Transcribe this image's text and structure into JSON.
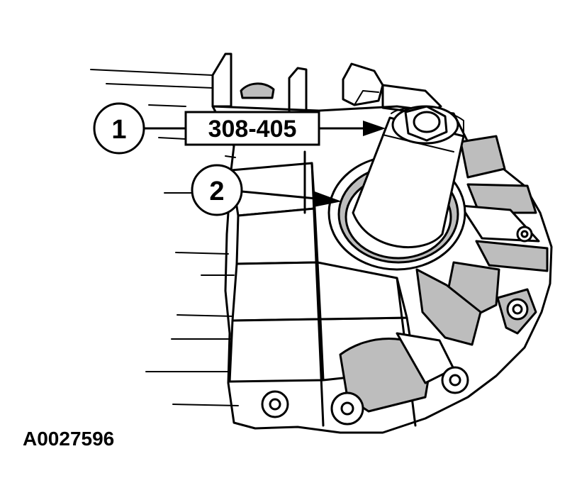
{
  "callouts": [
    {
      "number": "1",
      "part_label": "308-405"
    },
    {
      "number": "2"
    }
  ],
  "figure_id": "A0027596"
}
